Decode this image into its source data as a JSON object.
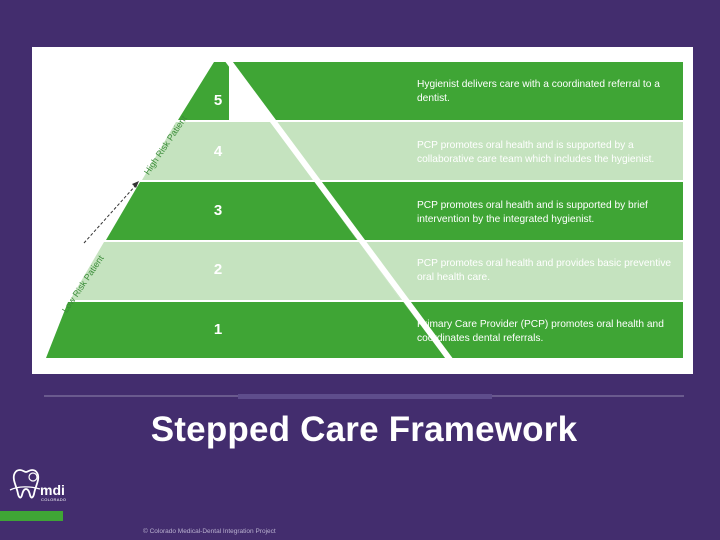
{
  "slide": {
    "title": "Stepped Care Framework",
    "copyright": "© Colorado Medical-Dental Integration Project"
  },
  "logo": {
    "text": "mdi",
    "subtext": "COLORADO",
    "icon": "tooth-logo-icon"
  },
  "diagram": {
    "risk_axis": {
      "low_label": "Low Risk Patient",
      "high_label": "High Risk Patient"
    },
    "steps": [
      {
        "number": "5",
        "description": "Hygienist delivers care with a coordinated referral to a dentist."
      },
      {
        "number": "4",
        "description": "PCP promotes oral health and is supported by a collaborative care team which includes the hygienist."
      },
      {
        "number": "3",
        "description": "PCP promotes oral health and is supported by brief intervention by the integrated hygienist."
      },
      {
        "number": "2",
        "description": "PCP promotes oral health and provides basic preventive oral health care."
      },
      {
        "number": "1",
        "description": "Primary Care Provider (PCP) promotes oral health and coordinates dental referrals."
      }
    ],
    "colors": {
      "dark_band": "#3fa535",
      "light_band": "#c5e3bf",
      "background": "#ffffff",
      "slide_background": "#432d6e"
    }
  }
}
